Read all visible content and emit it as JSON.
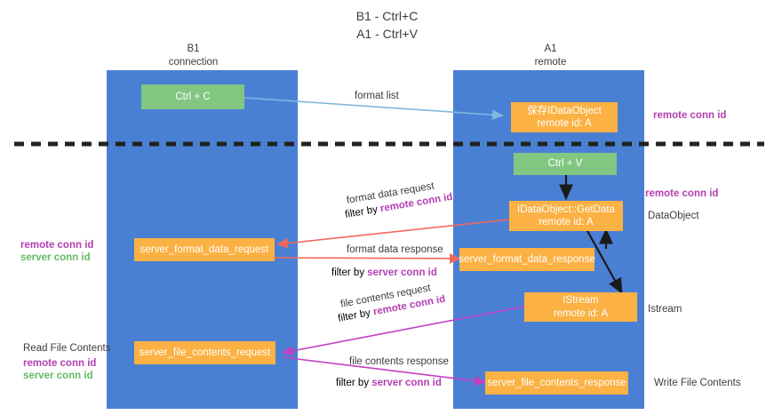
{
  "title": {
    "line1": "B1 - Ctrl+C",
    "line2": "A1 - Ctrl+V"
  },
  "columns": [
    {
      "name": "B1",
      "sub": "connection"
    },
    {
      "name": "A1",
      "sub": "remote"
    }
  ],
  "colors": {
    "lane": "#4a80d4",
    "green_box": "#82c682",
    "orange_box": "#fbb143",
    "purple_label": "#b23fb2",
    "green_label": "#63bb63",
    "arrow_blue": "#7fb8e0",
    "arrow_red": "#f0685a",
    "arrow_magenta": "#c23fc2",
    "arrow_black": "#1a1a1a",
    "divider": "#222222"
  },
  "boxes": {
    "ctrl_c": {
      "label": "Ctrl + C"
    },
    "save_idataobject": {
      "line1": "保存IDataObject",
      "line2": "remote id: A"
    },
    "ctrl_v": {
      "label": "Ctrl + V"
    },
    "getdata": {
      "line1": "IDataObject::GetData",
      "line2": "remote id: A"
    },
    "server_format_data_request": {
      "label": "server_format_data_request"
    },
    "server_format_data_response": {
      "label": "server_format_data_response"
    },
    "istream": {
      "line1": "IStream",
      "line2": "remote id: A"
    },
    "server_file_contents_request": {
      "label": "server_file_contents_request"
    },
    "server_file_contents_response": {
      "label": "server_file_contents_response"
    }
  },
  "edge_labels": {
    "format_list": "format list",
    "format_data_request": "format data request",
    "format_data_request_filter_prefix": "filter by ",
    "format_data_request_filter_key": "remote conn id",
    "format_data_response": "format data response",
    "format_data_response_filter_prefix": "filter by ",
    "format_data_response_filter_key": "server conn id",
    "file_contents_request": "file contents request",
    "file_contents_request_filter_prefix": "filter by ",
    "file_contents_request_filter_key": "remote conn id",
    "file_contents_response": "file contents response",
    "file_contents_response_filter_prefix": "filter by ",
    "file_contents_response_filter_key": "server conn id"
  },
  "annotations": {
    "right_remote_conn_id_top": "remote conn id",
    "right_remote_conn_id_mid": "remote conn id",
    "right_dataobject": "DataObject",
    "right_istream": "Istream",
    "right_write_file_contents": "Write File Contents",
    "left_remote_conn_id_1": "remote conn id",
    "left_server_conn_id_1": "server conn id",
    "left_read_file_contents": "Read File Contents",
    "left_remote_conn_id_2": "remote conn id",
    "left_server_conn_id_2": "server conn id"
  }
}
